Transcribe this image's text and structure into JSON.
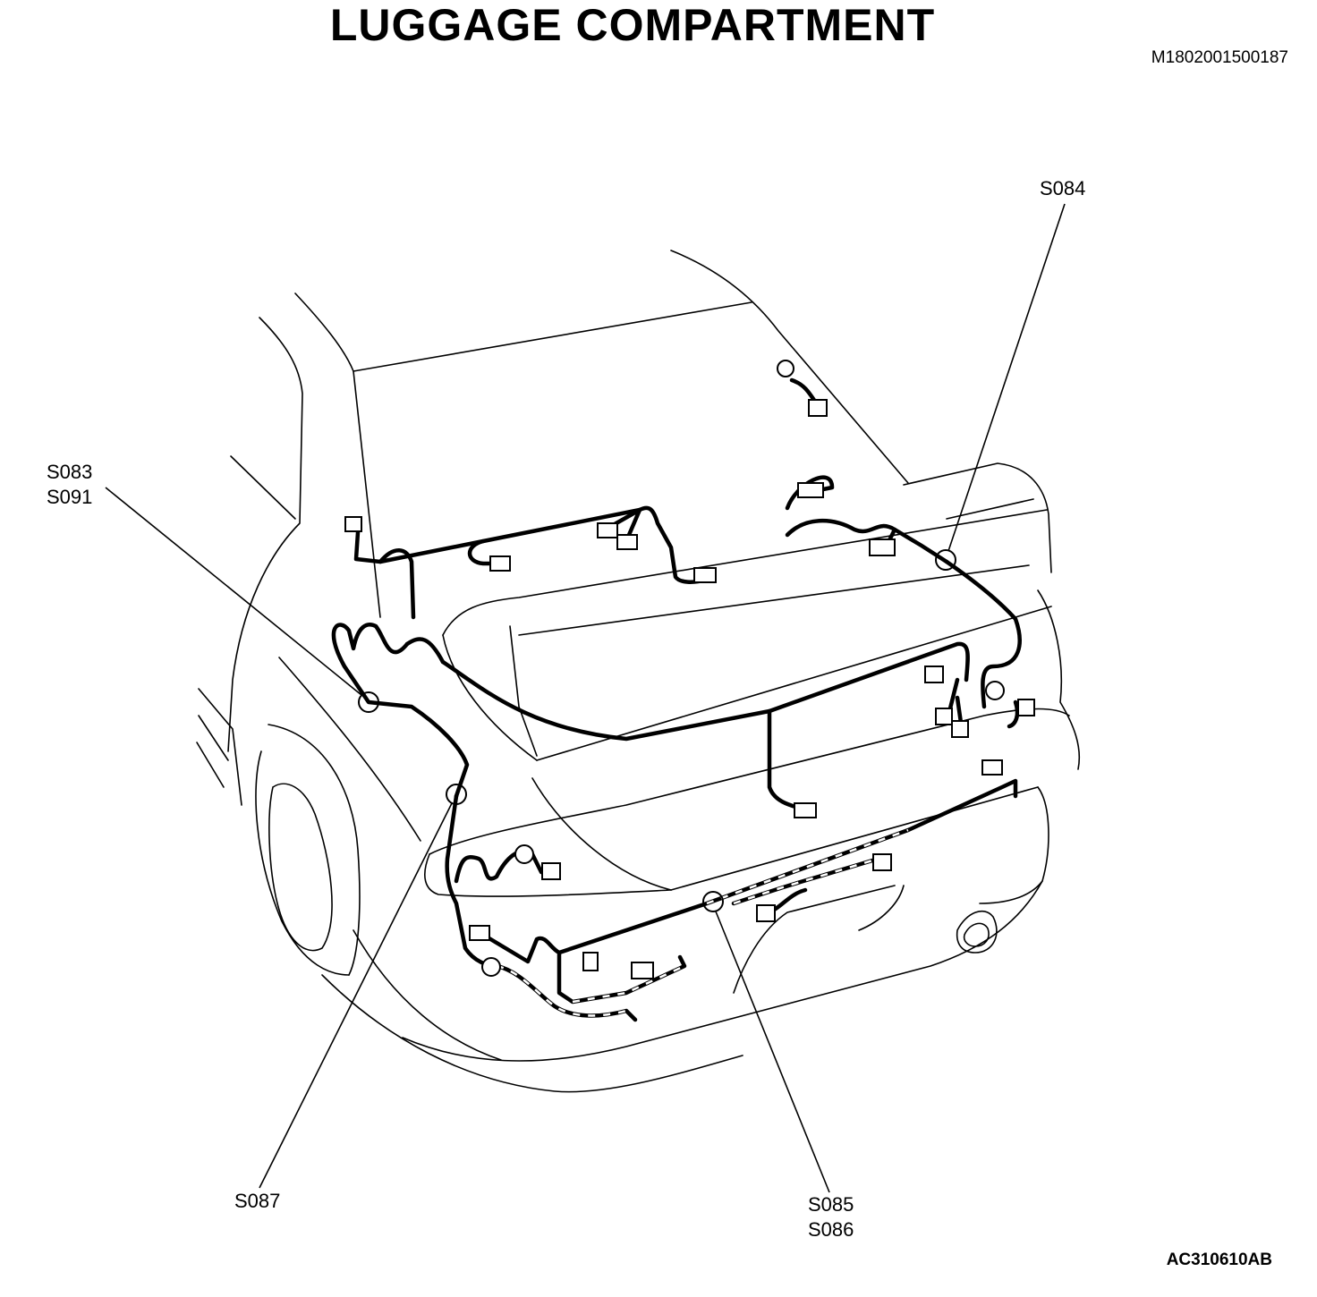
{
  "header": {
    "title": "LUGGAGE COMPARTMENT",
    "doc_code": "M1802001500187"
  },
  "callouts": {
    "s084": [
      "S084"
    ],
    "s083_s091": [
      "S083",
      "S091"
    ],
    "s087": [
      "S087"
    ],
    "s085_s086": [
      "S085",
      "S086"
    ]
  },
  "footer": {
    "figure_code": "AC310610AB"
  }
}
